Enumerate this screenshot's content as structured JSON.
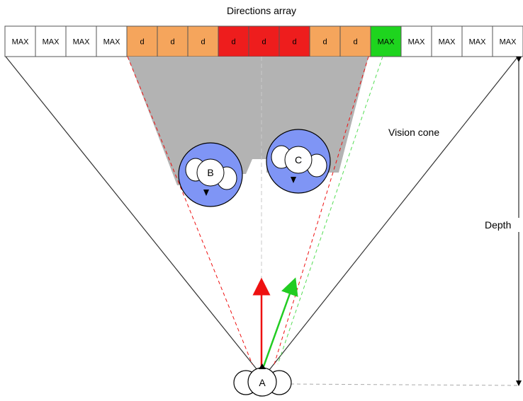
{
  "title": "Directions array",
  "cells": [
    {
      "label": "MAX",
      "color": "#ffffff"
    },
    {
      "label": "MAX",
      "color": "#ffffff"
    },
    {
      "label": "MAX",
      "color": "#ffffff"
    },
    {
      "label": "MAX",
      "color": "#ffffff"
    },
    {
      "label": "d",
      "color": "#f5a55c"
    },
    {
      "label": "d",
      "color": "#f5a55c"
    },
    {
      "label": "d",
      "color": "#f5a55c"
    },
    {
      "label": "d",
      "color": "#ee1d1d"
    },
    {
      "label": "d",
      "color": "#ee1d1d"
    },
    {
      "label": "d",
      "color": "#ee1d1d"
    },
    {
      "label": "d",
      "color": "#f5a55c"
    },
    {
      "label": "d",
      "color": "#f5a55c"
    },
    {
      "label": "MAX",
      "color": "#1ed41e"
    },
    {
      "label": "MAX",
      "color": "#ffffff"
    },
    {
      "label": "MAX",
      "color": "#ffffff"
    },
    {
      "label": "MAX",
      "color": "#ffffff"
    },
    {
      "label": "MAX",
      "color": "#ffffff"
    }
  ],
  "labels": {
    "vision_cone": "Vision cone",
    "depth": "Depth"
  },
  "agents": {
    "a": "A",
    "b": "B",
    "c": "C"
  },
  "colors": {
    "occlusion_fill": "#b3b3b3",
    "agent_fill": "#7f95f5",
    "red_ray": "#ee1111",
    "green_ray": "#22cc22",
    "cone_line": "#333333"
  }
}
